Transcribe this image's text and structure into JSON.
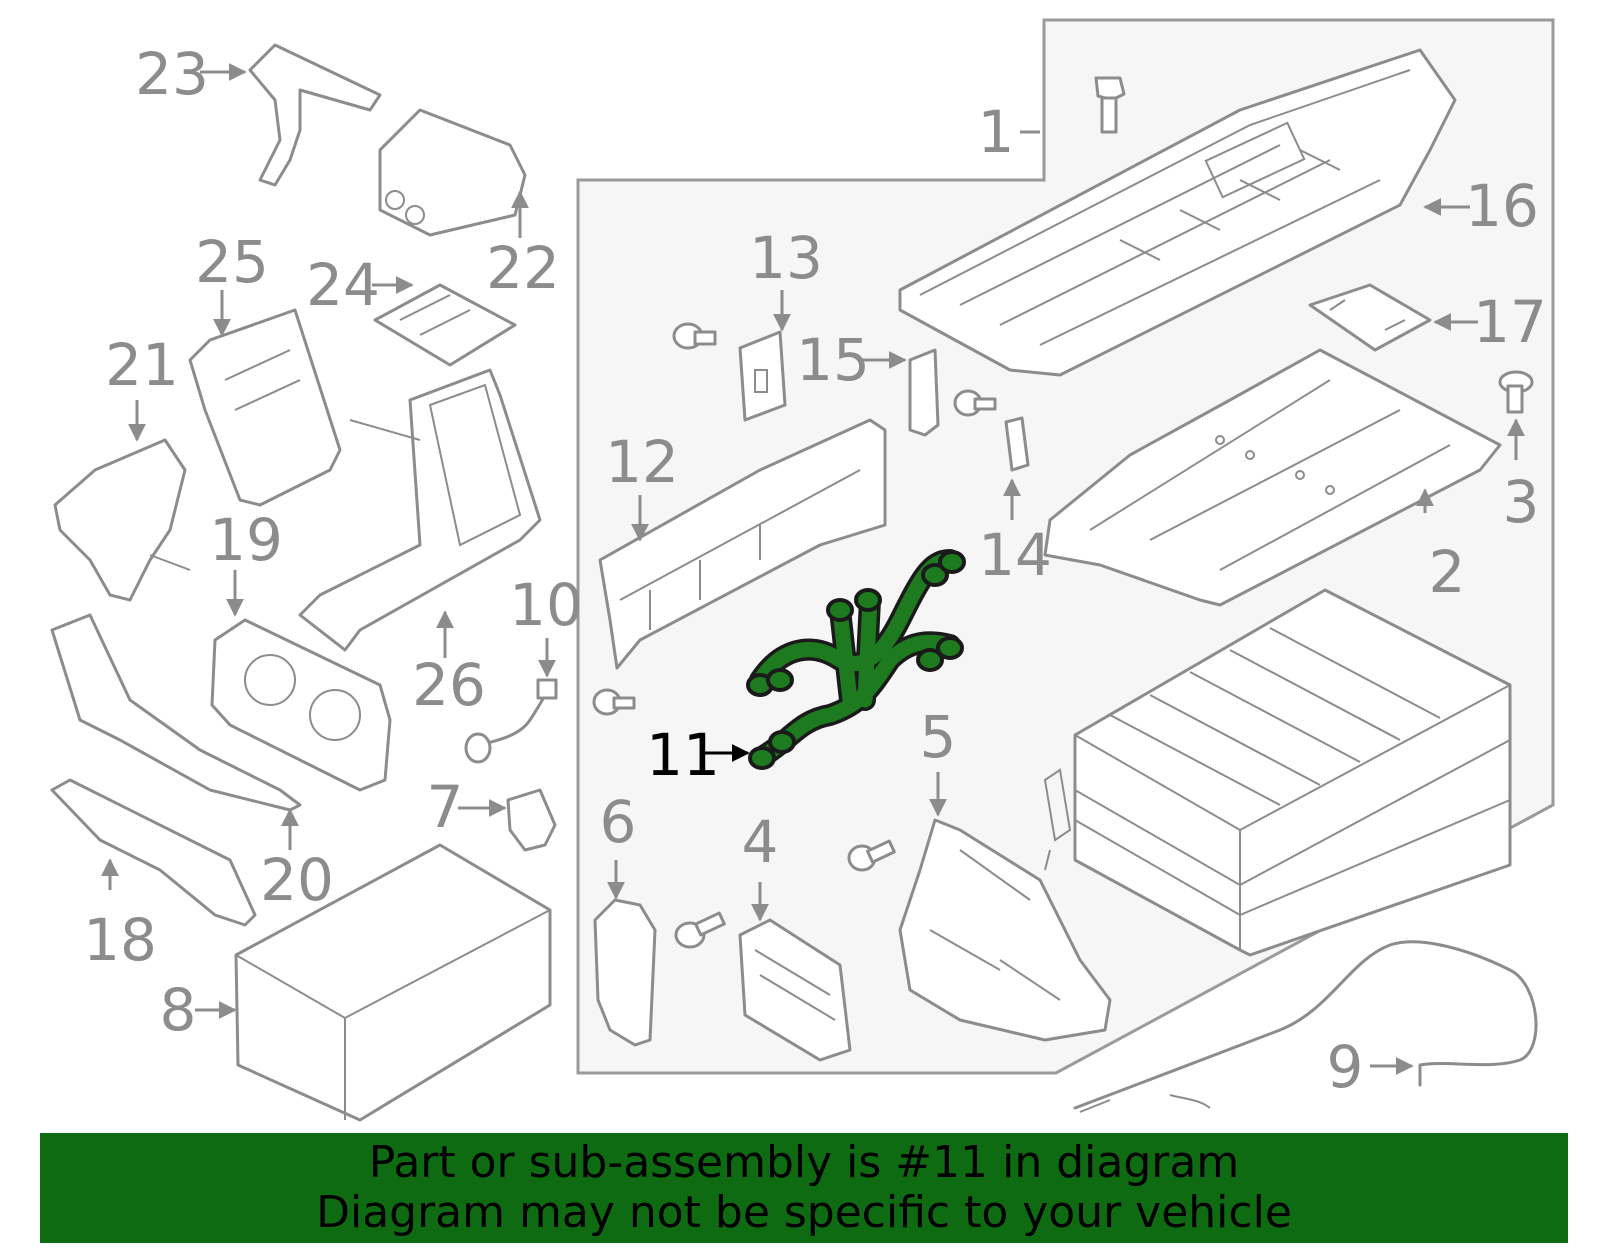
{
  "diagram": {
    "highlighted_part": "11",
    "callouts": [
      "1",
      "2",
      "3",
      "4",
      "5",
      "6",
      "7",
      "8",
      "9",
      "10",
      "11",
      "12",
      "13",
      "14",
      "15",
      "16",
      "17",
      "18",
      "19",
      "20",
      "21",
      "22",
      "23",
      "24",
      "25",
      "26"
    ]
  },
  "banner": {
    "line1": "Part or sub-assembly is #11 in diagram",
    "line2": "Diagram may not be specific to your vehicle",
    "background_color": "#0f6b12"
  },
  "colors": {
    "line_art": "#8c8c8c",
    "highlight": "#1e7a1e",
    "assembly_box": "#f5f5f5"
  }
}
